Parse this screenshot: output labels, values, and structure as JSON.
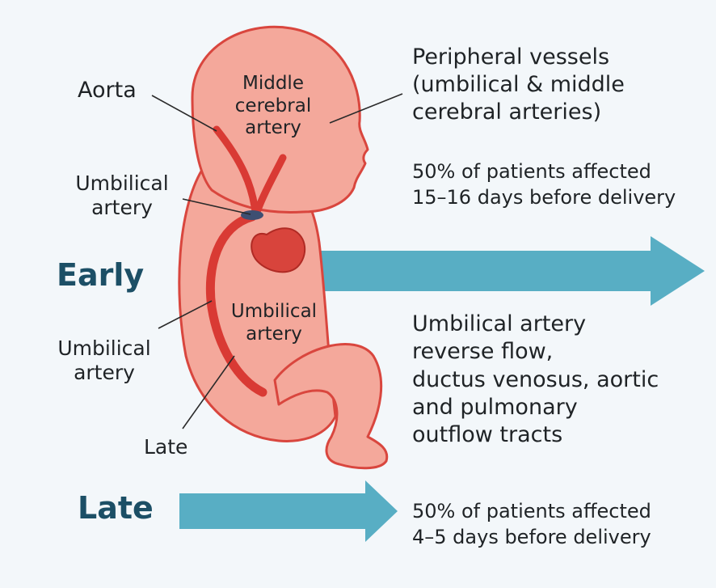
{
  "labels": {
    "aorta": "Aorta",
    "mca": [
      "Middle",
      "cerebral",
      "artery"
    ],
    "umbilical_upper": [
      "Umbilical",
      "artery"
    ],
    "umbilical_body": [
      "Umbilical",
      "artery"
    ],
    "umbilical_lower": [
      "Umbilical",
      "artery"
    ],
    "late_small": "Late"
  },
  "phases": {
    "early": "Early",
    "late": "Late"
  },
  "early_info": {
    "heading": [
      "Peripheral vessels",
      "(umbilical & middle",
      "cerebral arteries)"
    ],
    "stat": [
      "50% of patients affected",
      "15–16 days before delivery"
    ]
  },
  "late_info": {
    "heading": [
      "Umbilical artery",
      "reverse flow,",
      "ductus venosus, aortic",
      "and pulmonary",
      "outflow tracts"
    ],
    "stat": [
      "50% of patients affected",
      "4–5 days before delivery"
    ]
  },
  "colors": {
    "background": "#f3f7fa",
    "body_fill": "#f4a89b",
    "body_stroke": "#d9463e",
    "vessel": "#d93a34",
    "heart": "#d8443c",
    "arrow": "#58aec4",
    "phase_text": "#1c4f66"
  }
}
